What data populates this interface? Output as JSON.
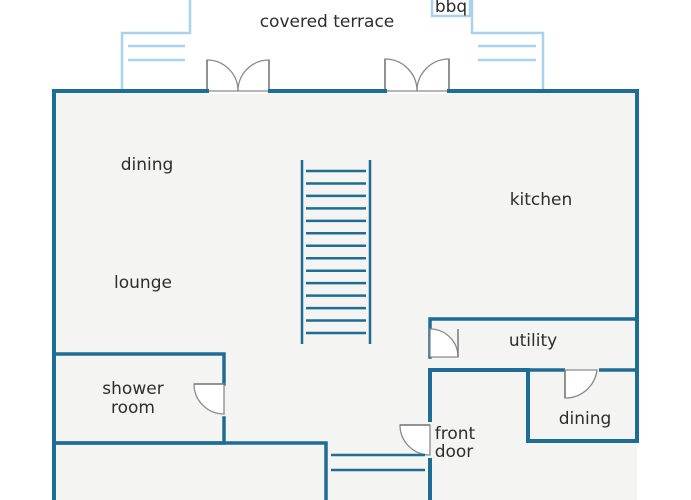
{
  "colors": {
    "wall": "#1e6d95",
    "terrace_outline": "#a9d3ea",
    "floor": "#f4f4f3",
    "label": "#2d2d2d"
  },
  "labels": {
    "covered_terrace": "covered terrace",
    "bbq": "bbq",
    "dining_main": "dining",
    "lounge": "lounge",
    "kitchen": "kitchen",
    "utility": "utility",
    "shower_room_line1": "shower",
    "shower_room_line2": "room",
    "dining_small": "dining",
    "front_door_line1": "front",
    "front_door_line2": "door"
  },
  "staircase": {
    "steps": 14
  }
}
